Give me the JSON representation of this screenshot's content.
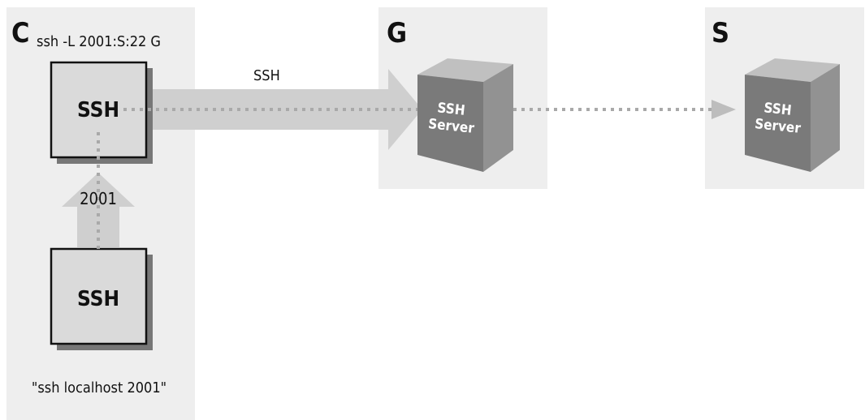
{
  "hosts": {
    "client": {
      "name": "C",
      "command": "ssh -L 2001:S:22 G",
      "forwarder_label": "SSH",
      "client_label": "SSH",
      "client_command": "\"ssh localhost 2001\"",
      "port": "2001"
    },
    "gateway": {
      "name": "G",
      "server_line1": "SSH",
      "server_line2": "Server"
    },
    "target": {
      "name": "S",
      "server_line1": "SSH",
      "server_line2": "Server"
    }
  },
  "connection_label": "SSH",
  "colors": {
    "panel": "#eeeeee",
    "box": "#dadada",
    "arrow": "#cfcfcf",
    "dots": "#a9a9a9",
    "server_front": "#7a7a7a",
    "server_side": "#929292",
    "server_top": "#c0c0c0"
  }
}
